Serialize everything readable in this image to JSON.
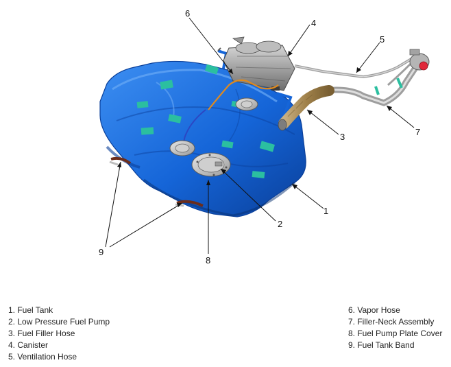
{
  "callouts": [
    "1",
    "2",
    "3",
    "4",
    "5",
    "6",
    "7",
    "8",
    "9"
  ],
  "legend": {
    "left": [
      "1. Fuel Tank",
      "2. Low Pressure Fuel Pump",
      "3. Fuel Filler Hose",
      "4. Canister",
      "5. Ventilation Hose"
    ],
    "right": [
      "6. Vapor Hose",
      "7. Filler-Neck Assembly",
      "8. Fuel Pump Plate Cover",
      "9. Fuel Tank Band"
    ]
  },
  "colors": {
    "tank": "#1565d8",
    "tank_dark": "#0a3f99",
    "tank_light": "#4b93f0",
    "pad": "#2bbfa0",
    "filler_hose": "#a0814a",
    "vapor_hose": "#e08a1e",
    "canister": "#8c8c8c",
    "cap": "#e0283a"
  }
}
